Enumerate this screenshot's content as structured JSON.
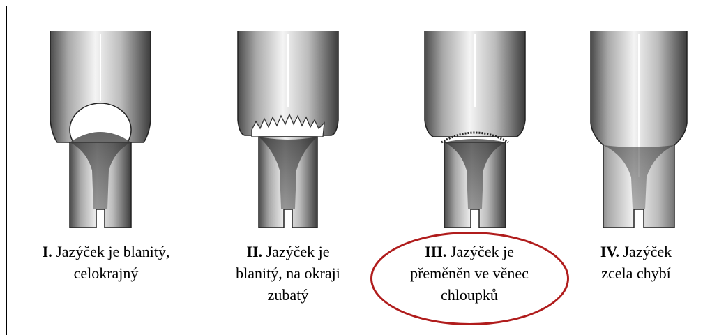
{
  "figures": [
    {
      "id": "I",
      "numeral": "I.",
      "lines": [
        "Jazýček je blanitý,",
        "celokrajný"
      ]
    },
    {
      "id": "II",
      "numeral": "II.",
      "lines": [
        "Jazýček je",
        "blanitý, na okraji",
        "zubatý"
      ]
    },
    {
      "id": "III",
      "numeral": "III.",
      "lines": [
        "Jazýček je",
        "přeměněn ve věnec",
        "chloupků"
      ]
    },
    {
      "id": "IV",
      "numeral": "IV.",
      "lines": [
        "Jazýček",
        "zcela chybí"
      ]
    }
  ],
  "highlight": {
    "target": "III",
    "color": "#b01c1c"
  },
  "colors": {
    "ink": "#000000",
    "shade_dark": "#3a3a3a",
    "shade_light": "#f2f2f2"
  }
}
